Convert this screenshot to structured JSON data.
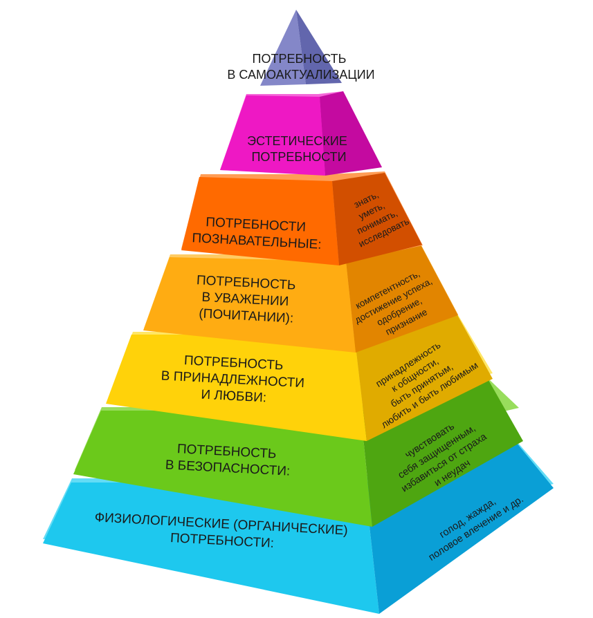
{
  "pyramid": {
    "levels": [
      {
        "id": "physiological",
        "front_color": "#1ec8ee",
        "side_color": "#0a9fd6",
        "top_color": "#63dcf6",
        "title_lines": [
          "ФИЗИОЛОГИЧЕСКИЕ (ОРГАНИЧЕСКИЕ)",
          "ПОТРЕБНОСТИ:"
        ],
        "side_lines": [
          "голод, жажда,",
          "половое влечение и др."
        ]
      },
      {
        "id": "safety",
        "front_color": "#6bc91b",
        "side_color": "#4ea611",
        "top_color": "#98dd5c",
        "title_lines": [
          "ПОТРЕБНОСТЬ",
          "В БЕЗОПАСНОСТИ:"
        ],
        "side_lines": [
          "чувствовать",
          "себя защищенным,",
          "избавиться от страха",
          "и неудач"
        ]
      },
      {
        "id": "belonging",
        "front_color": "#ffd20a",
        "side_color": "#e0ab00",
        "top_color": "#ffe666",
        "title_lines": [
          "ПОТРЕБНОСТЬ",
          "В ПРИНАДЛЕЖНОСТИ",
          "И ЛЮБВИ:"
        ],
        "side_lines": [
          "принадлежность",
          "к общности,",
          "быть принятым,",
          "любить и быть любимым"
        ]
      },
      {
        "id": "esteem",
        "front_color": "#ffac12",
        "side_color": "#e28500",
        "top_color": "#ffcb63",
        "title_lines": [
          "ПОТРЕБНОСТЬ",
          "В УВАЖЕНИИ",
          "(ПОЧИТАНИИ):"
        ],
        "side_lines": [
          "компетентность,",
          "достижение успеха,",
          "одобрение,",
          "признание"
        ]
      },
      {
        "id": "cognitive",
        "front_color": "#ff6a00",
        "side_color": "#d24f00",
        "top_color": "#ff9d55",
        "title_lines": [
          "ПОТРЕБНОСТИ",
          "ПОЗНАВАТЕЛЬНЫЕ:"
        ],
        "side_lines": [
          "знать,",
          "уметь,",
          "понимать,",
          "исследовать"
        ]
      },
      {
        "id": "aesthetic",
        "front_color": "#ee18c4",
        "side_color": "#c40aa0",
        "top_color": "#f566d8",
        "title_lines": [
          "ЭСТЕТИЧЕСКИЕ",
          "ПОТРЕБНОСТИ"
        ],
        "side_lines": []
      },
      {
        "id": "self-actualization",
        "front_color": "#8487c8",
        "side_color": "#6266ad",
        "top_color": "#a9acdd",
        "title_lines": [
          "ПОТРЕБНОСТЬ",
          "В САМОАКТУАЛИЗАЦИИ"
        ],
        "side_lines": []
      }
    ]
  }
}
